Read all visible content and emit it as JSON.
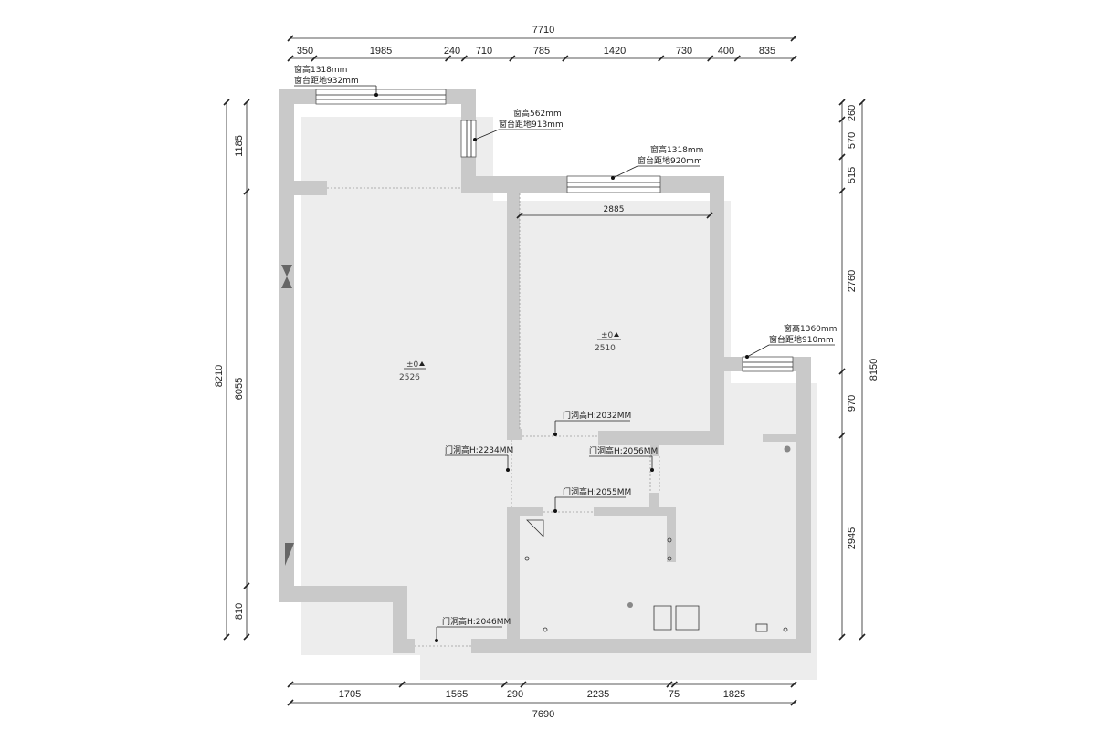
{
  "dimensions": {
    "top_total": "7710",
    "top_segments": [
      "350",
      "1985",
      "240",
      "710",
      "785",
      "1420",
      "730",
      "400",
      "835"
    ],
    "bottom_total": "7690",
    "bottom_segments": [
      "1705",
      "1565",
      "290",
      "2235",
      "75",
      "1825"
    ],
    "left_total": "8210",
    "left_segments": [
      "1185",
      "6055",
      "810"
    ],
    "right_total": "8150",
    "right_segments": [
      "260",
      "570",
      "515",
      "2760",
      "970",
      "2945"
    ],
    "inner_width": "2885"
  },
  "windows": [
    {
      "height": "窗高1318mm",
      "sill": "窗台距地932mm"
    },
    {
      "height": "窗高562mm",
      "sill": "窗台距地913mm"
    },
    {
      "height": "窗高1318mm",
      "sill": "窗台距地920mm"
    },
    {
      "height": "窗高1360mm",
      "sill": "窗台距地910mm"
    }
  ],
  "doors": [
    "门洞高H:2032MM",
    "门洞高H:2234MM",
    "门洞高H:2056MM",
    "门洞高H:2055MM",
    "门洞高H:2046MM"
  ],
  "levels": [
    {
      "mark": "±0",
      "height": "2526"
    },
    {
      "mark": "±0",
      "height": "2510"
    }
  ],
  "colors": {
    "wall": "#c9c9c9",
    "shadow": "#ededed",
    "line": "#222222"
  }
}
